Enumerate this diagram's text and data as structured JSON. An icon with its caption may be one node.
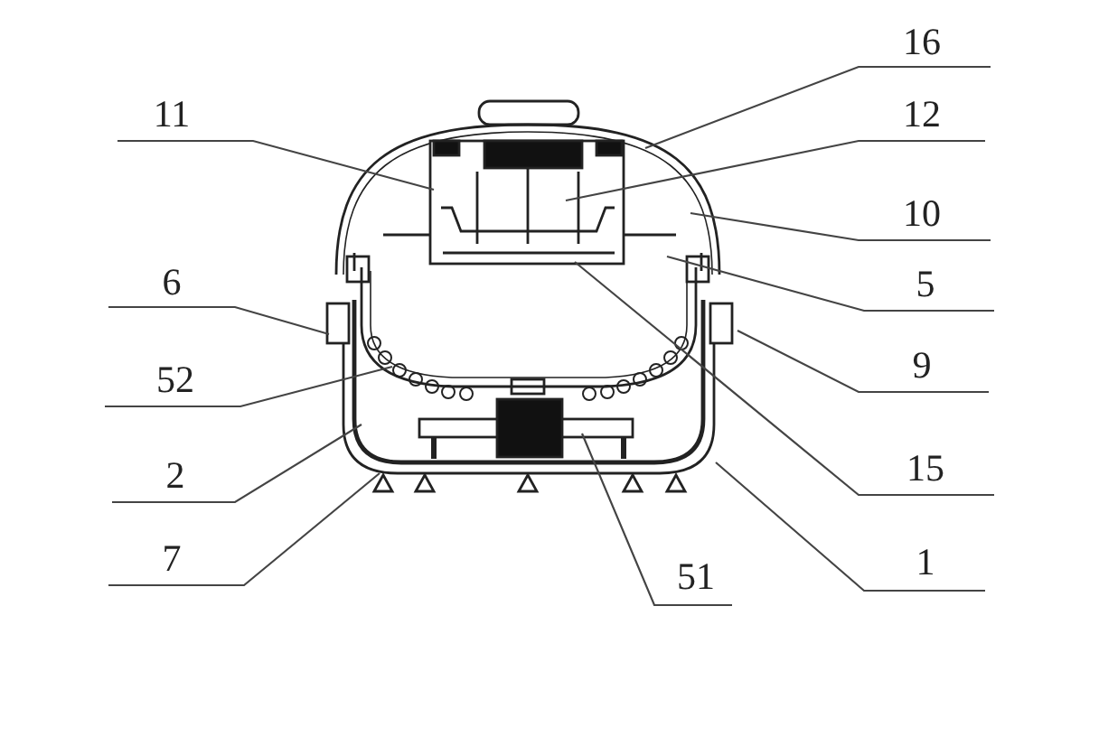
{
  "diagram": {
    "nodes": [
      {
        "text": [
          "16"
        ]
      },
      {
        "text": [
          "11"
        ]
      },
      {
        "text": [
          "12"
        ]
      },
      {
        "text": [
          "10"
        ]
      },
      {
        "text": [
          "6"
        ]
      },
      {
        "text": [
          "5"
        ]
      },
      {
        "text": [
          "9"
        ]
      },
      {
        "text": [
          "52"
        ]
      },
      {
        "text": [
          "15"
        ]
      },
      {
        "text": [
          "2"
        ]
      },
      {
        "text": [
          "7"
        ]
      },
      {
        "text": [
          "1"
        ]
      },
      {
        "text": [
          "51"
        ]
      }
    ],
    "edges": [
      {
        "from": 0,
        "to": null,
        "arrow": "none"
      },
      {
        "from": 1,
        "to": null,
        "arrow": "none"
      },
      {
        "from": 2,
        "to": null,
        "arrow": "none"
      },
      {
        "from": 3,
        "to": null,
        "arrow": "none"
      },
      {
        "from": 4,
        "to": null,
        "arrow": "none"
      },
      {
        "from": 5,
        "to": null,
        "arrow": "none"
      },
      {
        "from": 6,
        "to": null,
        "arrow": "none"
      },
      {
        "from": 7,
        "to": null,
        "arrow": "none"
      },
      {
        "from": 8,
        "to": null,
        "arrow": "none"
      },
      {
        "from": 9,
        "to": null,
        "arrow": "none"
      },
      {
        "from": 10,
        "to": null,
        "arrow": "none"
      },
      {
        "from": 11,
        "to": null,
        "arrow": "none"
      },
      {
        "from": 12,
        "to": null,
        "arrow": "none"
      }
    ]
  }
}
